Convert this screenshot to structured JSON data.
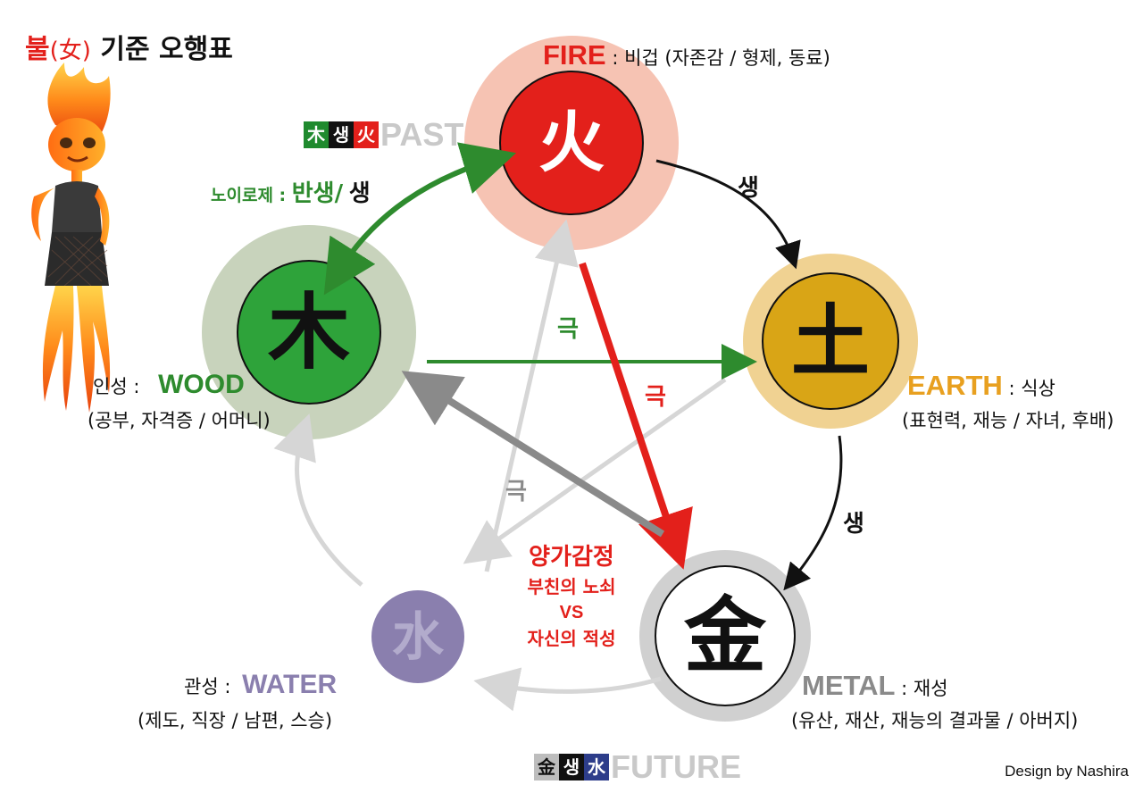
{
  "title": {
    "char": "불",
    "gender": "(女)",
    "rest": "기준 오행표"
  },
  "elements": {
    "fire": {
      "char": "火",
      "label": "FIRE",
      "desc": ": 비겁 (자존감 / 형제, 동료)",
      "color": "#e3201b"
    },
    "wood": {
      "char": "木",
      "label": "WOOD",
      "prefix": "인성 :",
      "desc2": "(공부, 자격증 / 어머니)",
      "color": "#2e8b2e"
    },
    "earth": {
      "char": "土",
      "label": "EARTH",
      "desc": ": 식상",
      "desc2": "(표현력, 재능 / 자녀, 후배)",
      "color": "#e8a020"
    },
    "metal": {
      "char": "金",
      "label": "METAL",
      "desc": ": 재성",
      "desc2": "(유산, 재산, 재능의 결과물 / 아버지)",
      "color": "#8a8a8a"
    },
    "water": {
      "char": "水",
      "label": "WATER",
      "prefix": "관성 :",
      "desc2": "(제도, 직장 / 남편, 스승)",
      "color": "#8a7fae"
    }
  },
  "arrows": {
    "wood_fire_a": "노이로제 :",
    "wood_fire_b": "반생/",
    "wood_fire_c": "생",
    "fire_earth": "생",
    "earth_metal": "생",
    "wood_earth": "극",
    "fire_metal": "극",
    "metal_wood": "극"
  },
  "center_text": {
    "line1": "양가감정",
    "line2": "부친의 노쇠",
    "line3": "VS",
    "line4": "자신의 적성"
  },
  "badge_past": {
    "c1": "木",
    "c2": "생",
    "c3": "火",
    "word": "PAST"
  },
  "badge_future": {
    "c1": "金",
    "c2": "생",
    "c3": "水",
    "word": "FUTURE"
  },
  "credit": "Design by Nashira",
  "colors": {
    "red": "#e3201b",
    "green": "#2e8b2e",
    "gold": "#d9a516",
    "gray_arrow": "#8a8a8a",
    "light_arrow": "#d6d6d6",
    "fire_halo": "#f6c3b3",
    "wood_halo": "#c8d3bc",
    "earth_halo": "#f0d292",
    "metal_halo": "#d0d0d0",
    "water": "#8a7fae"
  },
  "icons": {
    "character": "fire-character-icon"
  }
}
